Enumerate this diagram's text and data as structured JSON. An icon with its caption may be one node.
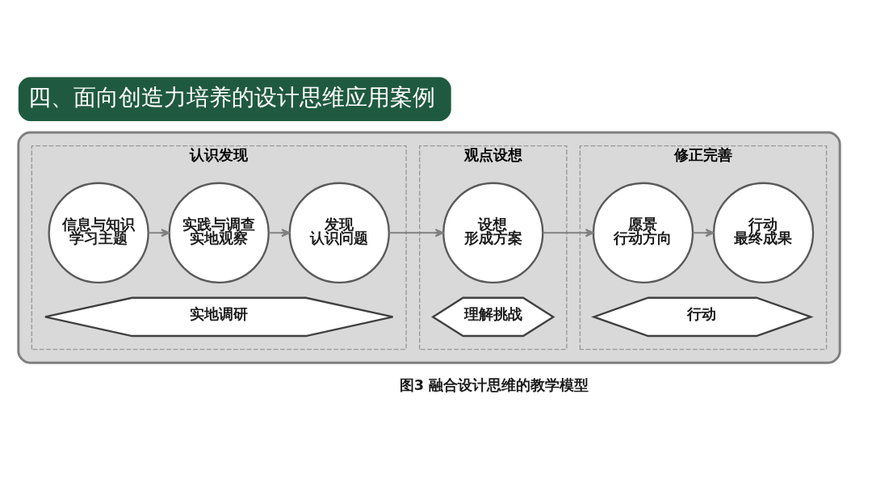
{
  "diagram": {
    "title": "四、面向创造力培养的设计思维应用案例",
    "caption": "图3 融合设计思维的教学模型",
    "nodes": [
      {
        "text": [],
        "shape": "box"
      },
      {
        "text": [
          "认识发现"
        ],
        "in": 0
      },
      {
        "text": [
          "信息与知识",
          "学习主题"
        ],
        "in": 1
      },
      {
        "text": [
          "实践与调查",
          "实地观察"
        ],
        "in": 1
      },
      {
        "text": [
          "发现",
          "认识问题"
        ],
        "in": 1
      },
      {
        "text": [
          "实地调研"
        ],
        "in": 1
      },
      {
        "text": [
          "观点设想"
        ],
        "in": 0
      },
      {
        "text": [
          "设想",
          "形成方案"
        ],
        "in": 6
      },
      {
        "text": [
          "理解挑战"
        ],
        "in": 6
      },
      {
        "text": [
          "修正完善"
        ],
        "in": 0
      },
      {
        "text": [
          "愿景",
          "行动方向"
        ],
        "in": 9
      },
      {
        "text": [
          "行动",
          "最终成果"
        ],
        "in": 9
      },
      {
        "text": [
          "行动"
        ],
        "in": 9
      }
    ],
    "edges": [
      {
        "from": 2,
        "to": 3,
        "arrow": "to"
      },
      {
        "from": 3,
        "to": 4,
        "arrow": "to"
      },
      {
        "from": 4,
        "to": 7,
        "arrow": "to"
      },
      {
        "from": 7,
        "to": 10,
        "arrow": "to"
      },
      {
        "from": 10,
        "to": 11,
        "arrow": "to"
      }
    ]
  }
}
